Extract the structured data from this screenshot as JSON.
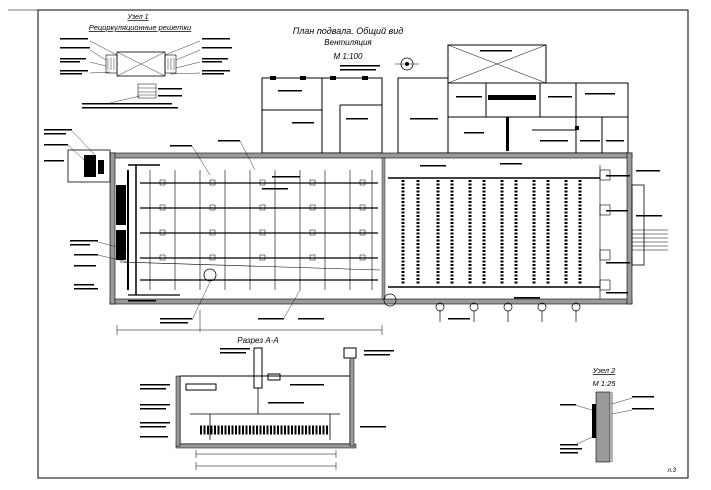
{
  "drawing": {
    "title_line1": "План подвала. Общий вид",
    "title_line2": "Вентиляция",
    "title_scale": "М 1:100",
    "sheet_number": "л.3"
  },
  "node1": {
    "title": "Узел 1",
    "subtitle": "Рециркуляционные решетки"
  },
  "section": {
    "title": "Разрез А-А"
  },
  "node2": {
    "title": "Узел 2",
    "scale": "М 1:25"
  },
  "colors": {
    "line": "#000000",
    "wall_fill": "#9a9a9a",
    "background": "#ffffff"
  }
}
